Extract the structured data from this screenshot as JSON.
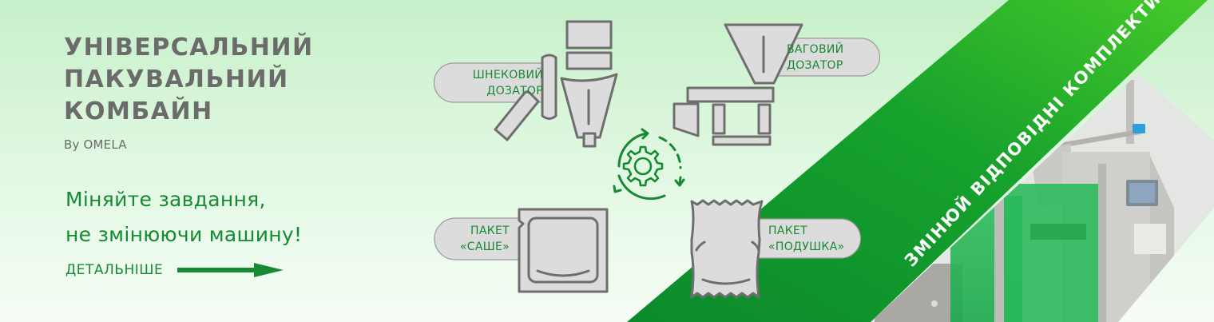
{
  "hero": {
    "title_lines": [
      "УНІВЕРСАЛЬНИЙ",
      "ПАКУВАЛЬНИЙ",
      "КОМБАЙН"
    ],
    "byline": "By OMELA",
    "tagline_lines": [
      "Міняйте завдання,",
      "не змінюючи машину!"
    ],
    "more_link": {
      "label": "ДЕТАЛЬНІШЕ",
      "icon": "arrow-right-icon"
    }
  },
  "diagram": {
    "items": [
      {
        "id": "auger-doser",
        "label_lines": [
          "ШНЕКОВИЙ",
          "ДОЗАТОР"
        ],
        "icon": "auger-doser-icon"
      },
      {
        "id": "weight-doser",
        "label_lines": [
          "ВАГОВИЙ",
          "ДОЗАТОР"
        ],
        "icon": "weight-doser-icon"
      },
      {
        "id": "sachet-pack",
        "label_lines": [
          "ПАКЕТ",
          "«САШЕ»"
        ],
        "icon": "sachet-pack-icon"
      },
      {
        "id": "pillow-pack",
        "label_lines": [
          "ПАКЕТ",
          "«ПОДУШКА»"
        ],
        "icon": "pillow-pack-icon"
      }
    ],
    "center_icon": "gear-cycle-icon"
  },
  "band": {
    "text": "ЗМІНЮЙ ВІДПОВІДНІ КОМПЛЕКТИ"
  },
  "colors": {
    "brand_green": "#168a32",
    "band_green_dark": "#0d8a2c",
    "band_green_light": "#3fc42a",
    "title_gray": "#6b6b6b",
    "icon_fill": "#dcdcdc",
    "icon_stroke": "#6e6e6e"
  }
}
